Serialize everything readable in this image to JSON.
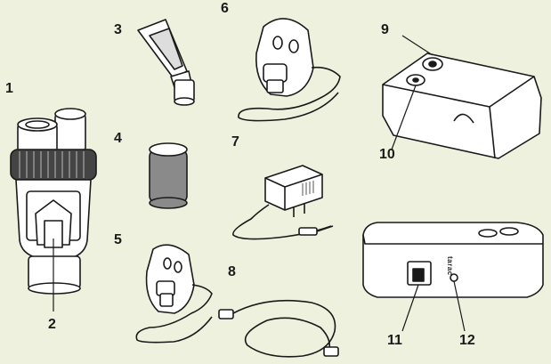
{
  "labels": {
    "n1": "1",
    "n2": "2",
    "n3": "3",
    "n4": "4",
    "n5": "5",
    "n6": "6",
    "n7": "7",
    "n8": "8",
    "n9": "9",
    "n10": "10",
    "n11": "11",
    "n12": "12"
  },
  "brand_mark": "tarac",
  "colors": {
    "background": "#eef1de",
    "stroke": "#1a1a1a",
    "part_fill": "#ffffff",
    "filter_fill": "#8a8a8a"
  }
}
